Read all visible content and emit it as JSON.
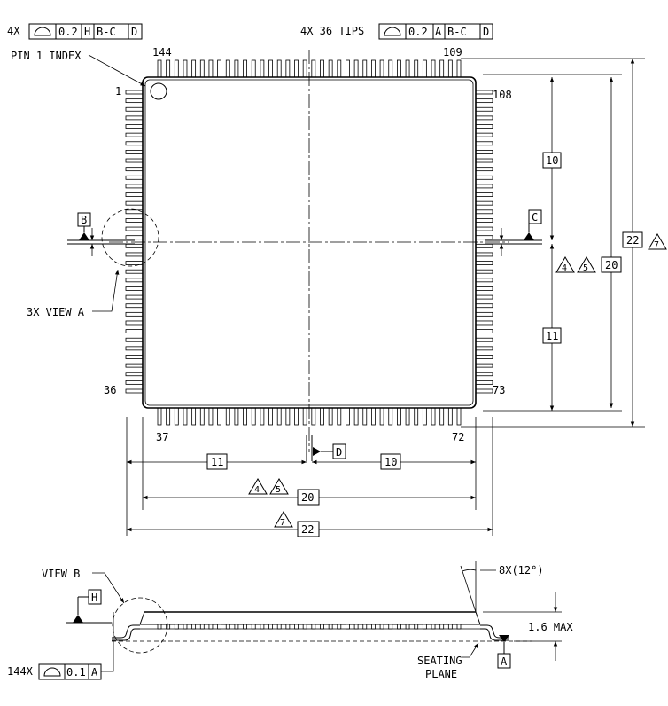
{
  "fcf_top_left": {
    "prefix": "4X",
    "tolerance": "0.2",
    "datums": [
      "H",
      "B-C",
      "D"
    ]
  },
  "fcf_top_right": {
    "prefix": "4X 36 TIPS",
    "tolerance": "0.2",
    "datums": [
      "A",
      "B-C",
      "D"
    ]
  },
  "fcf_bottom": {
    "prefix": "144X",
    "tolerance": "0.1",
    "datums": [
      "A"
    ]
  },
  "pin1_index": "PIN 1 INDEX",
  "pin_numbers": {
    "p144": "144",
    "p109": "109",
    "p1": "1",
    "p108": "108",
    "p36": "36",
    "p73": "73",
    "p37": "37",
    "p72": "72"
  },
  "view_a": "3X VIEW A",
  "view_b": "VIEW B",
  "datums": {
    "b": "B",
    "c": "C",
    "d": "D",
    "h": "H",
    "a": "A"
  },
  "dims": {
    "right_upper": "10",
    "right_lower": "11",
    "right_body": "20",
    "right_overall": "22",
    "bottom_left": "11",
    "bottom_right": "10",
    "bottom_body": "20",
    "bottom_overall": "22"
  },
  "notes": {
    "n4": "4",
    "n5": "5",
    "n7": "7"
  },
  "angle": "8X(12°)",
  "height_max": "1.6 MAX",
  "seating_plane": [
    "SEATING",
    "PLANE"
  ]
}
